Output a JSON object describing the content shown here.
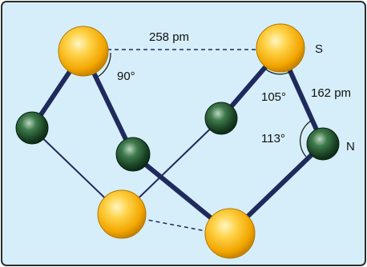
{
  "colors": {
    "background": "#d6eef9",
    "border": "#2d2d2d",
    "sulfur": "#f7b30d",
    "nitrogen": "#1e4e2a",
    "bond": "#1f2a5c"
  },
  "labels": {
    "ss_distance": "258 pm",
    "angle_90": "90°",
    "sulfur_symbol": "S",
    "angle_105": "105°",
    "sn_distance": "162 pm",
    "angle_113": "113°",
    "nitrogen_symbol": "N"
  }
}
